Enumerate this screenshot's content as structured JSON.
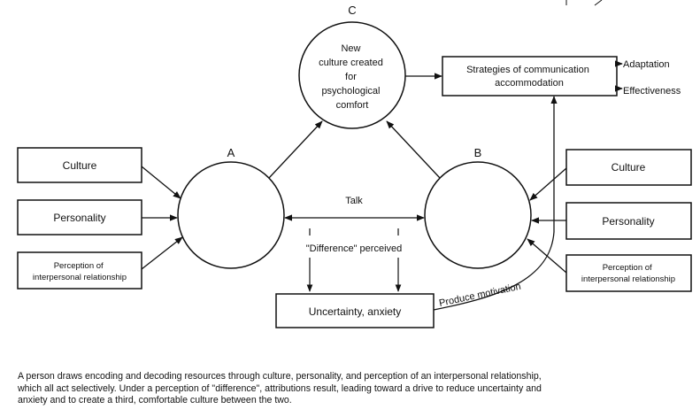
{
  "labels": {
    "c": "C",
    "a": "A",
    "b": "B"
  },
  "circle_c": [
    "New",
    "culture created",
    "for",
    "psychological",
    "comfort"
  ],
  "strategies": [
    "Strategies of communication",
    "accommodation"
  ],
  "outcomes": {
    "adaptation": "Adaptation",
    "effectiveness": "Effectiveness"
  },
  "left_inputs": {
    "culture": "Culture",
    "personality": "Personality",
    "perception": [
      "Perception of",
      "interpersonal relationship"
    ]
  },
  "right_inputs": {
    "culture": "Culture",
    "personality": "Personality",
    "perception": [
      "Perception of",
      "interpersonal relationship"
    ]
  },
  "talk": "Talk",
  "difference": "\"Difference\" perceived",
  "uncertainty": "Uncertainty, anxiety",
  "produce_motivation": "Produce motivation",
  "caption": [
    "A person draws encoding and decoding resources through culture, personality, and perception of an interpersonal relationship,",
    "which all act selectively.  Under a perception of \"difference\",  attributions result, leading toward a drive to reduce uncertainty and",
    "anxiety and to create a third, comfortable culture between the two."
  ]
}
